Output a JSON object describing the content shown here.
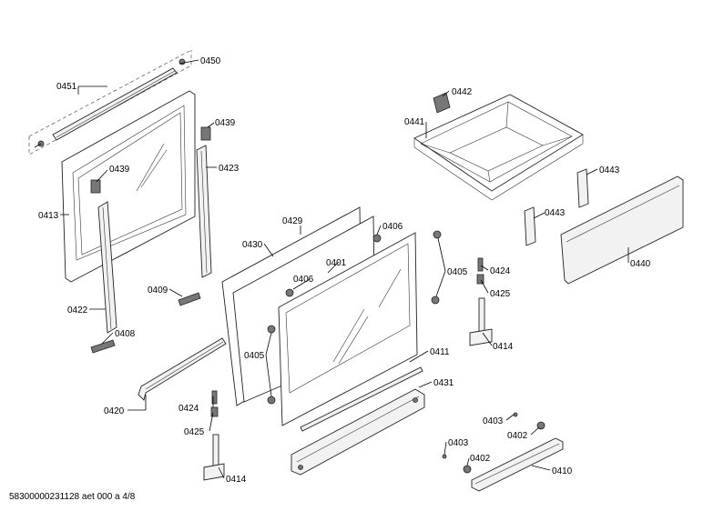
{
  "footer_text": "58300000231128 aet 000 a 4/8",
  "labels": {
    "l0450": "0450",
    "l0451": "0451",
    "l0439a": "0439",
    "l0439b": "0439",
    "l0423": "0423",
    "l0413": "0413",
    "l0422": "0422",
    "l0408": "0408",
    "l0409": "0409",
    "l0420": "0420",
    "l0429": "0429",
    "l0430": "0430",
    "l0406a": "0406",
    "l0406b": "0406",
    "l0401": "0401",
    "l0405a": "0405",
    "l0405b": "0405",
    "l0424a": "0424",
    "l0424b": "0424",
    "l0425a": "0425",
    "l0425b": "0425",
    "l0414a": "0414",
    "l0414b": "0414",
    "l0411": "0411",
    "l0431": "0431",
    "l0442": "0442",
    "l0441": "0441",
    "l0443a": "0443",
    "l0443b": "0443",
    "l0440": "0440",
    "l0403a": "0403",
    "l0403b": "0403",
    "l0402a": "0402",
    "l0402b": "0402",
    "l0410": "0410"
  }
}
